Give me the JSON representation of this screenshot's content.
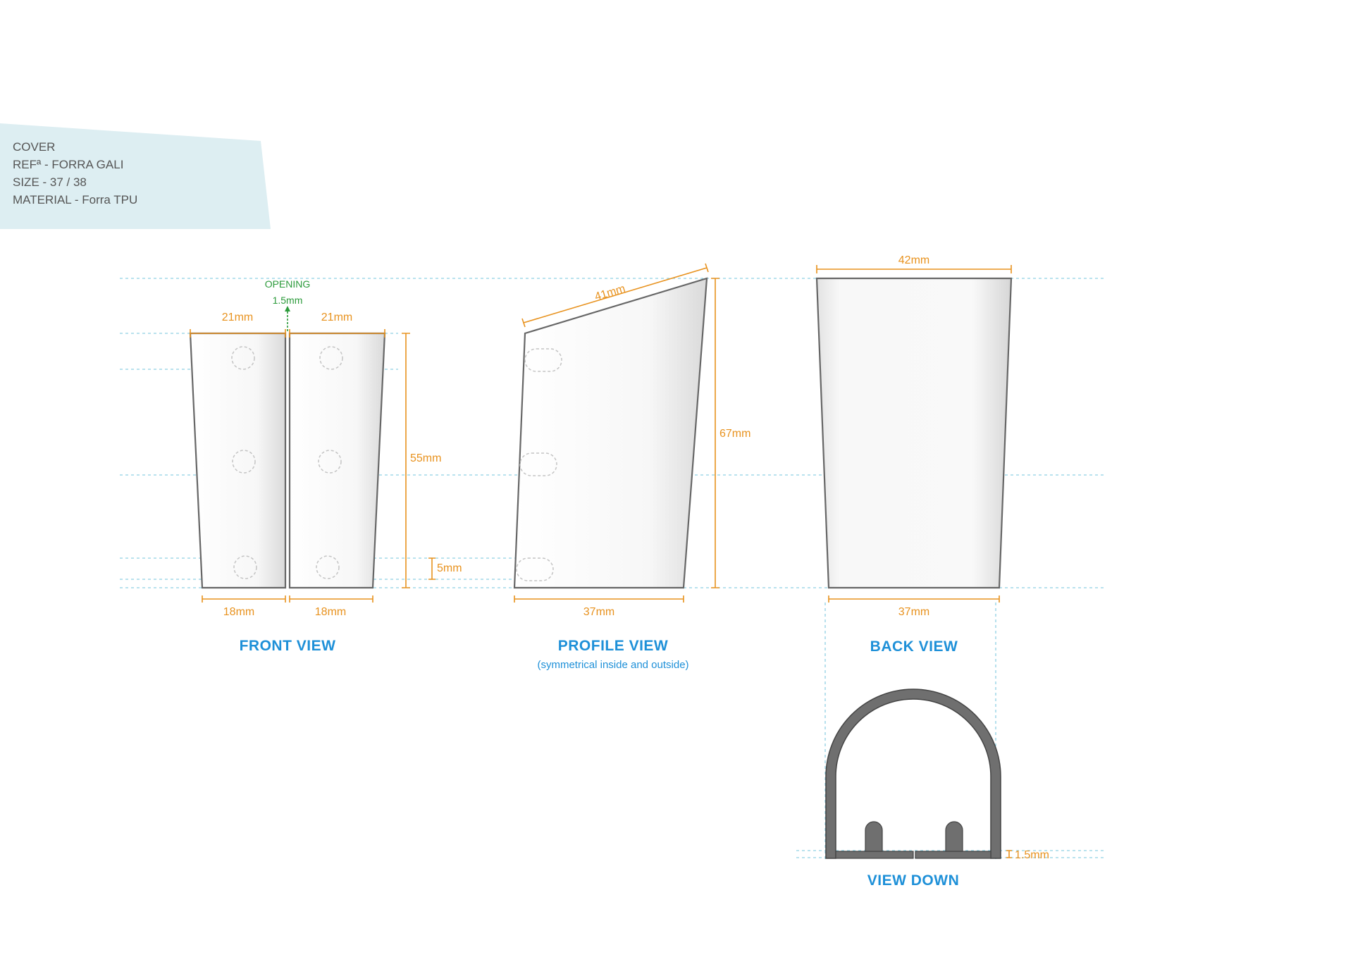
{
  "info": {
    "line1": "COVER",
    "line2": "REFª - FORRA GALI",
    "line3": "SIZE - 37 / 38",
    "line4": "MATERIAL - Forra TPU"
  },
  "front_view": {
    "title": "FRONT VIEW",
    "opening_label": "OPENING",
    "opening_value": "1.5mm",
    "top_left": "21mm",
    "top_right": "21mm",
    "height": "55mm",
    "hole_offset": "5mm",
    "bottom_left": "18mm",
    "bottom_right": "18mm"
  },
  "profile_view": {
    "title": "PROFILE VIEW",
    "subtitle": "(symmetrical inside and outside)",
    "top_edge": "41mm",
    "height": "67mm",
    "bottom": "37mm"
  },
  "back_view": {
    "title": "BACK VIEW",
    "top": "42mm",
    "bottom": "37mm"
  },
  "view_down": {
    "title": "VIEW DOWN",
    "thickness": "1.5mm"
  },
  "colors": {
    "dimension": "#e8921e",
    "title": "#1e90d8",
    "guide": "#8fd0e3",
    "outline": "#666666",
    "opening": "#2b9a3a",
    "info_panel": "#ddeef2"
  }
}
